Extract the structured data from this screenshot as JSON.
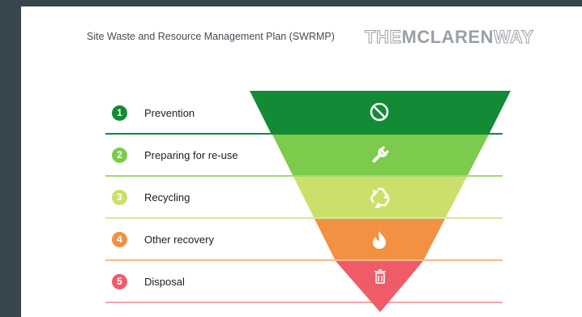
{
  "header": {
    "title": "Site Waste and Resource Management Plan (SWRMP)",
    "brand_the": "THE",
    "brand_mclaren": "MCLAREN",
    "brand_way": "WAY"
  },
  "hierarchy": [
    {
      "number": "1",
      "label": "Prevention",
      "icon": "prohibited-icon",
      "color": "#138a36",
      "rule_color": "#138a36"
    },
    {
      "number": "2",
      "label": "Preparing for re-use",
      "icon": "wrench-icon",
      "color": "#7ccb4c",
      "rule_color": "#9fd77a"
    },
    {
      "number": "3",
      "label": "Recycling",
      "icon": "recycle-icon",
      "color": "#cbe06a",
      "rule_color": "#d5e89a"
    },
    {
      "number": "4",
      "label": "Other recovery",
      "icon": "flame-icon",
      "color": "#f29142",
      "rule_color": "#f6b88a"
    },
    {
      "number": "5",
      "label": "Disposal",
      "icon": "trash-icon",
      "color": "#ef5b67",
      "rule_color": "#f4a3aa"
    }
  ]
}
